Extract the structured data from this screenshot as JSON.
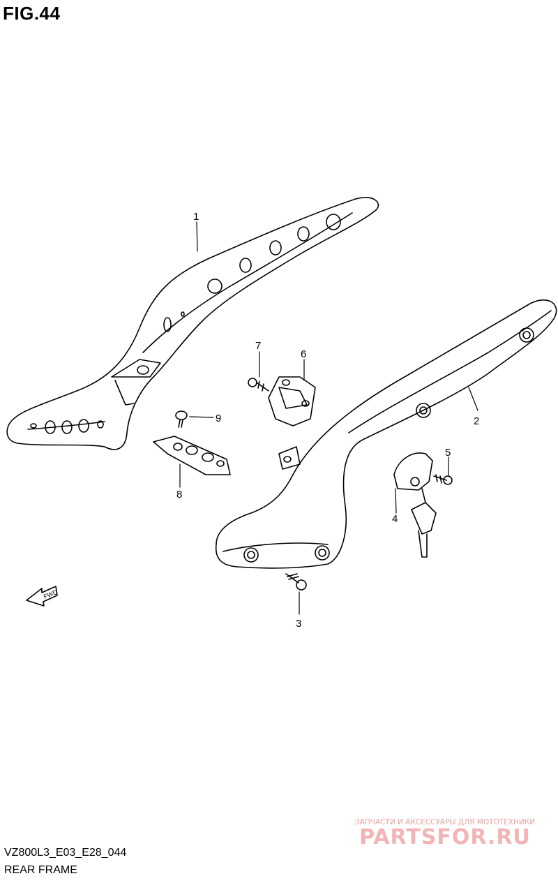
{
  "figure_label": "FIG.44",
  "diagram_code": "VZ800L3_E03_E28_044",
  "diagram_name": "REAR FRAME",
  "forward_marker": "FWD",
  "callouts": [
    "1",
    "2",
    "3",
    "4",
    "5",
    "6",
    "7",
    "8",
    "9"
  ],
  "watermark": {
    "tagline": "ЗАПЧАСТИ И АКСЕССУАРЫ ДЛЯ МОТОТЕХНИКИ",
    "brand": "PARTSFOR.RU"
  }
}
